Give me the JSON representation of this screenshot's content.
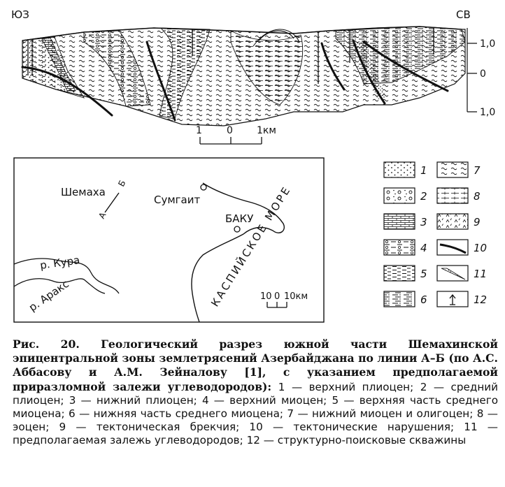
{
  "section": {
    "left_label": "ЮЗ",
    "right_label": "СВ",
    "elevation_ticks": [
      "1,0",
      "0",
      "1,0"
    ],
    "scale": {
      "ticks": [
        "1",
        "0",
        "1км"
      ]
    }
  },
  "map": {
    "labels": {
      "shemakha": "Шемаха",
      "line_start": "А",
      "line_end": "Б",
      "sumgait": "Сумгаит",
      "baku": "БАКУ",
      "sea": "КАСПИЙСКОЕ МОРЕ",
      "kura": "р. Кура",
      "araks": "р. Аракс"
    },
    "scale": {
      "ticks": [
        "10",
        "0",
        "10км"
      ]
    }
  },
  "legend": [
    {
      "number": "1",
      "pattern": "dots"
    },
    {
      "number": "2",
      "pattern": "dots-circles"
    },
    {
      "number": "3",
      "pattern": "bricks"
    },
    {
      "number": "4",
      "pattern": "dashes-circles"
    },
    {
      "number": "5",
      "pattern": "dashes"
    },
    {
      "number": "6",
      "pattern": "dash-dot"
    },
    {
      "number": "7",
      "pattern": "waves"
    },
    {
      "number": "8",
      "pattern": "dash-ticks"
    },
    {
      "number": "9",
      "pattern": "breccia"
    },
    {
      "number": "10",
      "pattern": "fault"
    },
    {
      "number": "11",
      "pattern": "deposit"
    },
    {
      "number": "12",
      "pattern": "well"
    }
  ],
  "caption": {
    "title": "Рис. 20. Геологический разрез южной части Шемахинской эпицентральной зоны землетрясений Азербайджана по линии А–Б (по А.С. Аббасову и А.М. Зейналову [1], с указанием предполагаемой приразломной залежи углеводородов):",
    "legend_text": "1 — верхний плиоцен; 2 — средний плиоцен; 3 — нижний плиоцен; 4 — верхний миоцен; 5 — верхняя часть среднего миоцена; 6 — нижняя часть среднего миоцена; 7 — нижний миоцен и олигоцен; 8 — эоцен; 9 — тектоническая брекчия; 10 — тектонические нарушения; 11 — предполагаемая залежь углеводородов; 12 — структурно-поисковые скважины"
  }
}
